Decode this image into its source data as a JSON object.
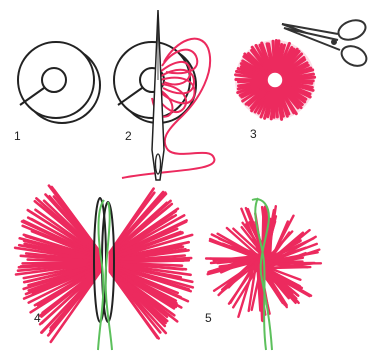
{
  "steps": [
    {
      "number": "1"
    },
    {
      "number": "2"
    },
    {
      "number": "3"
    },
    {
      "number": "4"
    },
    {
      "number": "5"
    }
  ],
  "colors": {
    "yarn": "#ec2a5e",
    "outline": "#222222",
    "tie_string": "#5cc05c",
    "scissors": "#333333",
    "background": "#ffffff"
  }
}
